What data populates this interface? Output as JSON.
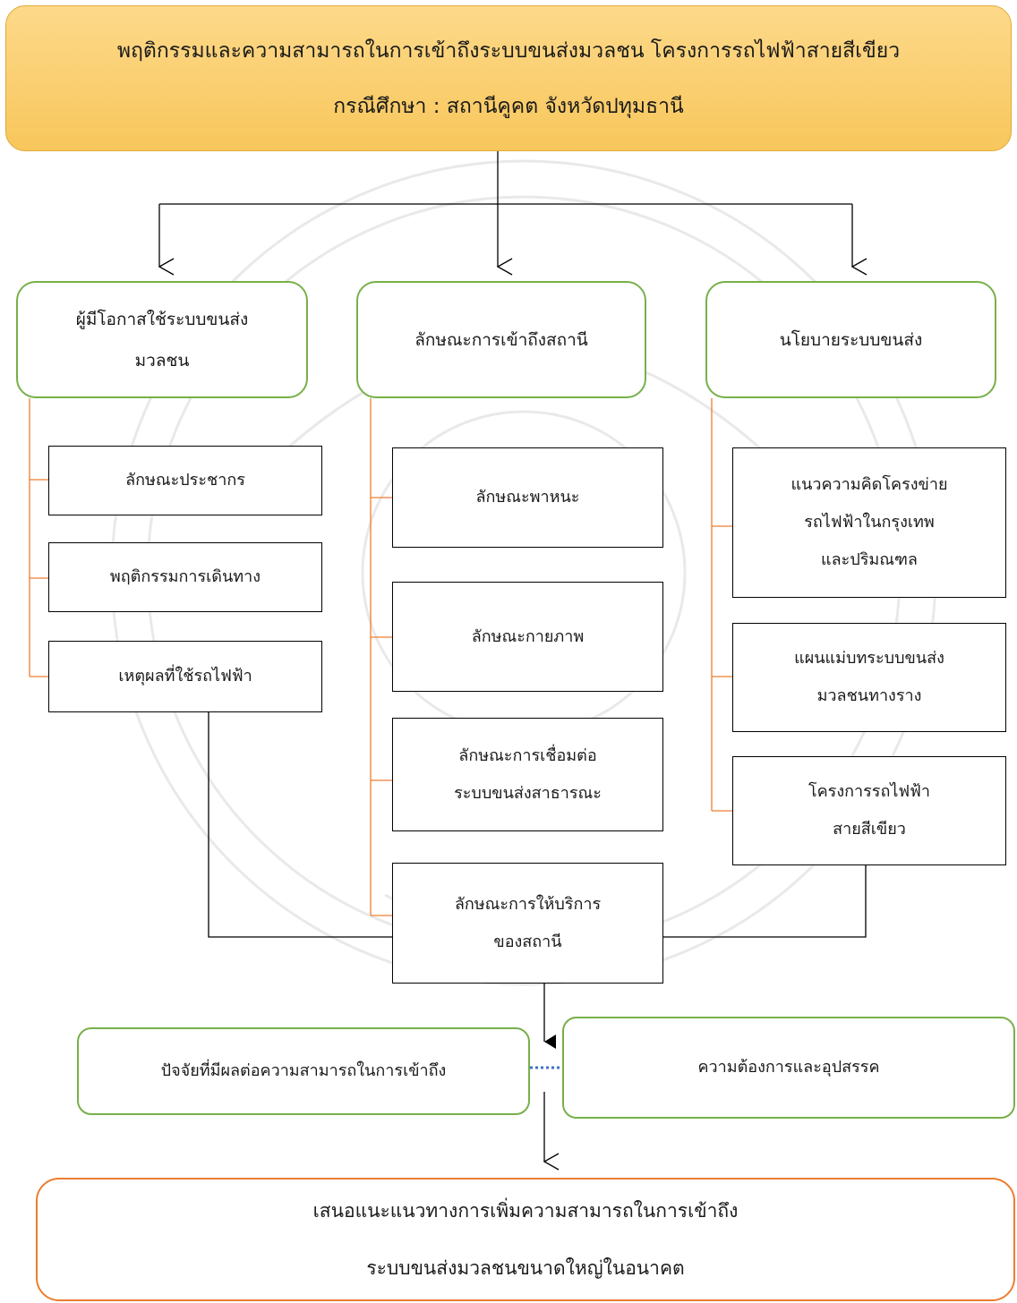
{
  "title": {
    "line1": "พฤติกรรมและความสามารถในการเข้าถึงระบบขนส่งมวลชน โครงการรถไฟฟ้าสายสีเขียว",
    "line2": "กรณีศึกษา : สถานีคูคต จังหวัดปทุมธานี"
  },
  "columns": [
    {
      "header": [
        "ผู้มีโอกาสใช้ระบบขนส่ง",
        "มวลชน"
      ],
      "items": [
        [
          "ลักษณะประชากร"
        ],
        [
          "พฤติกรรมการเดินทาง"
        ],
        [
          "เหตุผลที่ใช้รถไฟฟ้า"
        ]
      ]
    },
    {
      "header": [
        "ลักษณะการเข้าถึงสถานี"
      ],
      "items": [
        [
          "ลักษณะพาหนะ"
        ],
        [
          "ลักษณะกายภาพ"
        ],
        [
          "ลักษณะการเชื่อมต่อ",
          "ระบบขนส่งสาธารณะ"
        ],
        [
          "ลักษณะการให้บริการ",
          "ของสถานี"
        ]
      ]
    },
    {
      "header": [
        "นโยบายระบบขนส่ง"
      ],
      "items": [
        [
          "แนวความคิดโครงข่าย",
          "รถไฟฟ้าในกรุงเทพ",
          "และปริมณฑล"
        ],
        [
          "แผนแม่บทระบบขนส่ง",
          "มวลชนทางราง"
        ],
        [
          "โครงการรถไฟฟ้า",
          "สายสีเขียว"
        ]
      ]
    }
  ],
  "factors": {
    "left": "ปัจจัยที่มีผลต่อความสามารถในการเข้าถึง",
    "right": "ความต้องการและอุปสรรค"
  },
  "conclusion": {
    "line1": "เสนอแนะแนวทางการเพิ่มความสามารถในการเข้าถึง",
    "line2": "ระบบขนส่งมวลชนขนาดใหญ่ในอนาคต"
  },
  "colors": {
    "title_fill": "#f8c75c",
    "green_border": "#77b04a",
    "orange_border": "#ed7d31",
    "branch_line": "#ed7d31",
    "dotted_link": "#4472c4"
  }
}
